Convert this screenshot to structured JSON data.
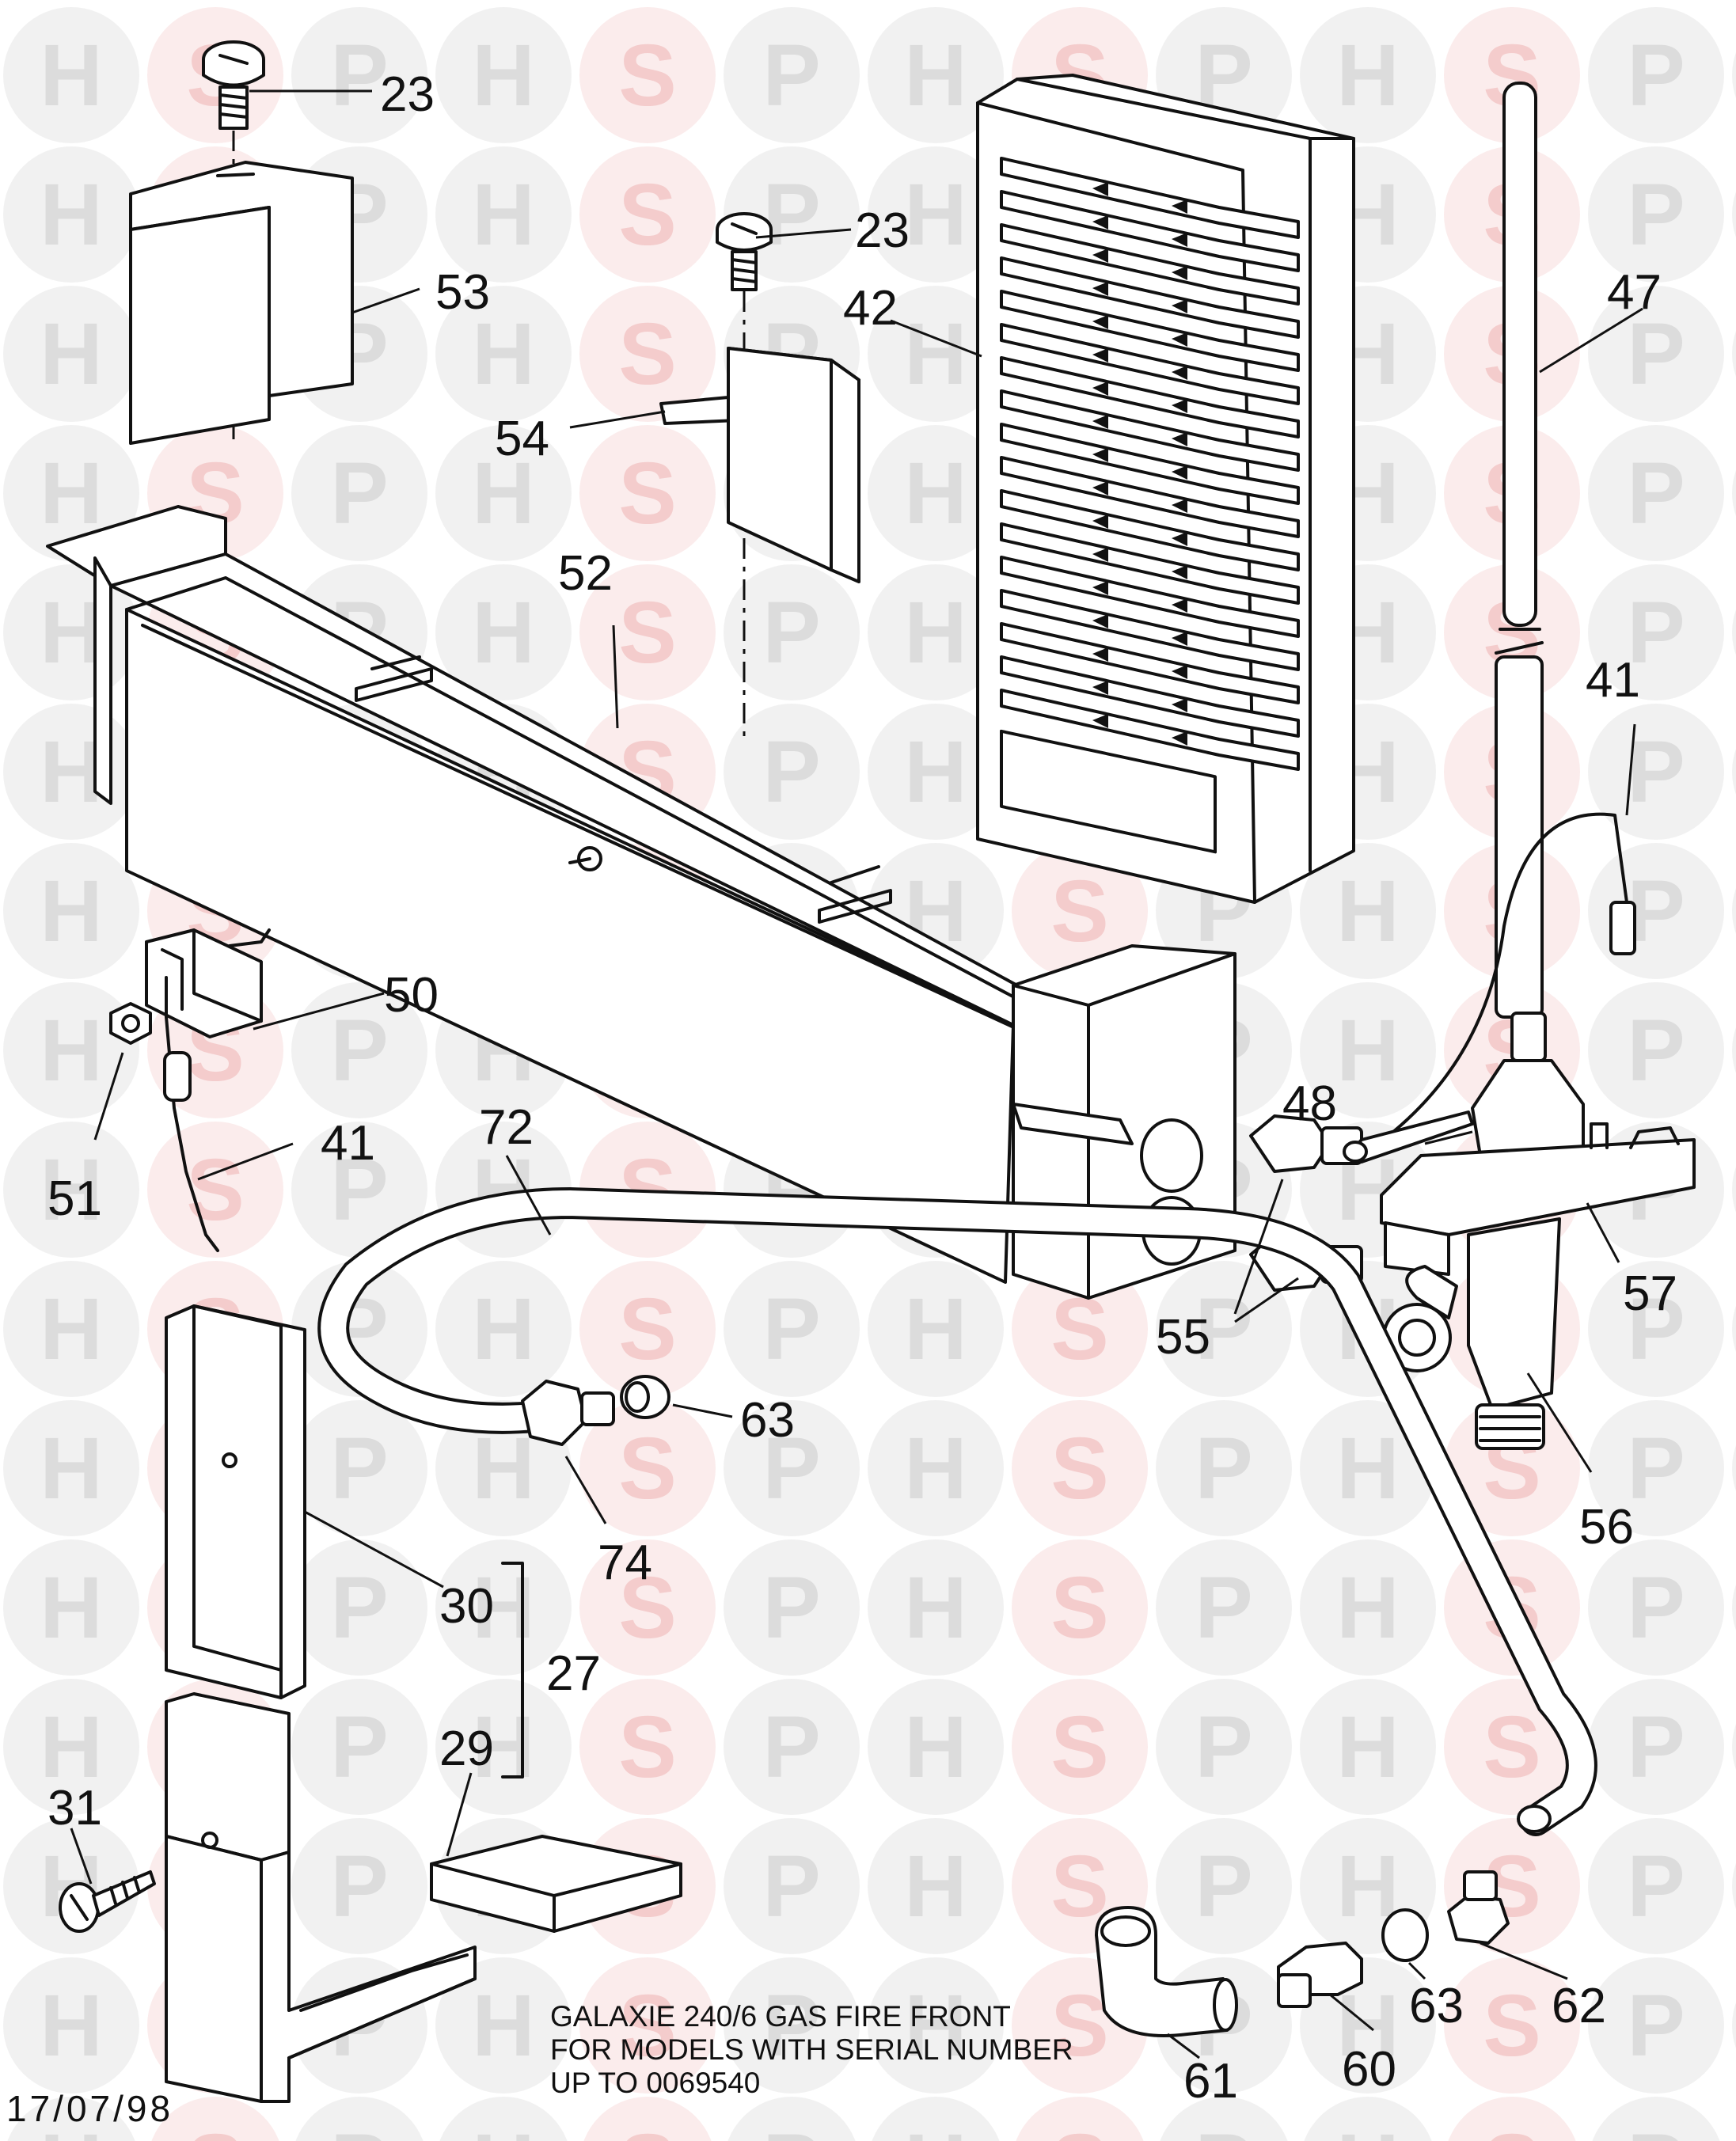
{
  "watermark": {
    "letters": [
      "H",
      "S",
      "P"
    ],
    "colors": {
      "H": "#d9d9d9",
      "S": "#f3c7c7",
      "P": "#d9d9d9"
    },
    "center_badge_colors": [
      "#c9d7ea",
      "#f1c9c9",
      "#c9d7ea"
    ]
  },
  "parts": {
    "p23a": "23",
    "p23b": "23",
    "p53": "53",
    "p42": "42",
    "p47": "47",
    "p54": "54",
    "p52": "52",
    "p41a": "41",
    "p50": "50",
    "p51": "51",
    "p41b": "41",
    "p72": "72",
    "p48": "48",
    "p55": "55",
    "p57": "57",
    "p63a": "63",
    "p74": "74",
    "p56": "56",
    "p30": "30",
    "p27": "27",
    "p29": "29",
    "p31": "31",
    "p61": "61",
    "p60": "60",
    "p63b": "63",
    "p62": "62"
  },
  "caption": {
    "line1": "GALAXIE 240/6 GAS FIRE FRONT",
    "line2": "FOR MODELS WITH SERIAL NUMBER",
    "line3": "UP TO 0069540"
  },
  "date": "17/07/98"
}
